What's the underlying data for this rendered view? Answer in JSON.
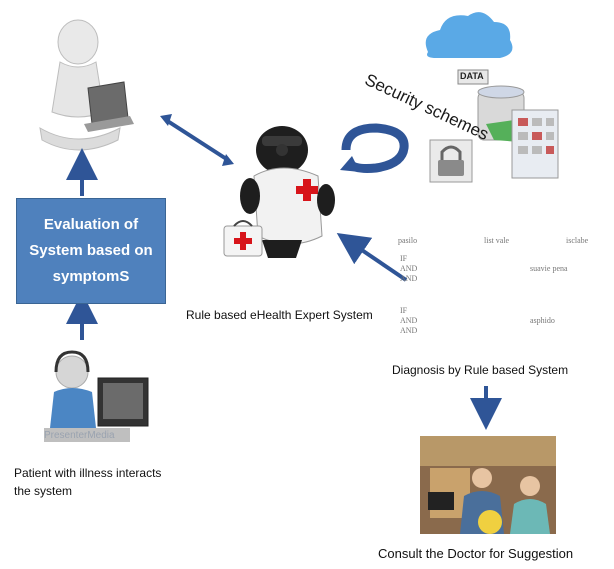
{
  "evaluation_box": {
    "line1": "Evaluation of",
    "line2": "System based on",
    "line3": "symptomS"
  },
  "captions": {
    "expert_system": "Rule based  eHealth Expert System",
    "diagnosis": "Diagnosis by Rule based  System",
    "patient_line1": "Patient  with illness interacts",
    "patient_line2": "the system",
    "consult": "Consult the Doctor for Suggestion",
    "security": "Security schemes"
  },
  "labels": {
    "data_badge": "DATA",
    "presenter_watermark": "PresenterMedia"
  },
  "rules_snippet": {
    "header_left": "pasilo",
    "header_mid": "list vale",
    "header_right": "isclabe",
    "rule1_if": "IF",
    "rule1_and1": "AND",
    "rule1_and2": "AND",
    "rule1_result": "suavie pena",
    "rule2_if": "IF",
    "rule2_and1": "AND",
    "rule2_and2": "AND",
    "rule2_result": "asphido"
  },
  "colors": {
    "box_fill": "#4f81bd",
    "arrow": "#2f5597",
    "red_cross": "#d7141a"
  }
}
